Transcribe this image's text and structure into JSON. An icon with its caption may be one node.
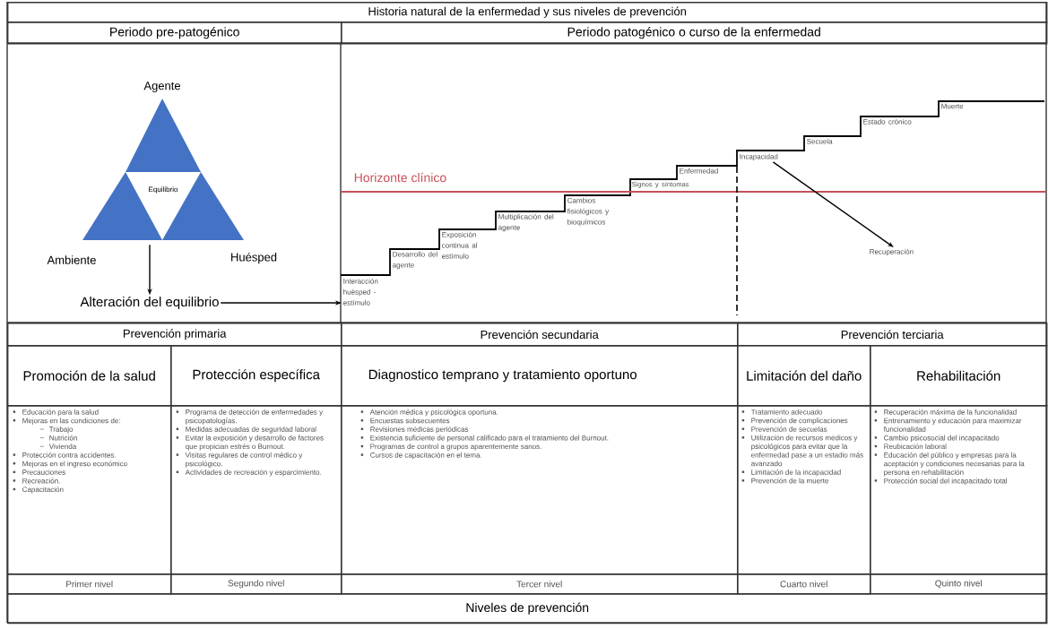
{
  "diagram": {
    "title": "Historia natural de la enfermedad y sus niveles de prevención",
    "nodes": [
      {
        "text": [
          "Periodo pre-patogénico"
        ]
      },
      {
        "text": [
          "Periodo patogénico o curso de la enfermedad"
        ]
      },
      {
        "text": [
          "Equilibrio"
        ]
      },
      {
        "text": [
          "Alteración del equilibrio"
        ]
      },
      {
        "text": [
          "Interacción huésped - estímulo"
        ]
      },
      {
        "text": [
          "Incapacidad"
        ]
      },
      {
        "text": [
          "Recuperación"
        ]
      },
      {
        "text": [
          "Prevención primaria"
        ]
      },
      {
        "text": [
          "Prevención secundaria"
        ]
      },
      {
        "text": [
          "Prevención terciaria"
        ]
      },
      {
        "text": [
          "Promoción de la salud"
        ]
      },
      {
        "text": [
          "Protección específica"
        ]
      },
      {
        "text": [
          "Diagnostico temprano y tratamiento oportuno"
        ]
      },
      {
        "text": [
          "Limitación del daño"
        ]
      },
      {
        "text": [
          "Rehabilitación"
        ]
      },
      {
        "text": [
          "Educación para la salud",
          "Mejoras en las condiciones de:",
          "Trabajo",
          "Nutrición",
          "Vivienda",
          "Protección contra accidentes.",
          "Mejoras en el ingreso económico",
          "Precauciones",
          "Recreación.",
          "Capacitación"
        ]
      },
      {
        "text": [
          "Programa de detección de enfermedades y psicopatologías.",
          "Medidas adecuadas de seguridad laboral",
          "Evitar la exposición y desarrollo de factores que propician estrés o Burnout.",
          "Visitas regulares de control médico y psicológico.",
          "Actividades de recreación y esparcimiento."
        ]
      },
      {
        "text": [
          "Atención médica y psicológica oportuna.",
          "Encuestas subsecuentes",
          "Revisiones médicas periódicas",
          "Existencia suficiente de personal calificado para el tratamiento del Burnout.",
          "Programas de control a grupos aparentemente sanos.",
          "Cursos de capacitación en el tema."
        ]
      },
      {
        "text": [
          "Tratamiento adecuado",
          "Prevención de complicaciones",
          "Prevención de secuelas",
          "Utilización de recursos médicos y psicológicos para evitar que la enfermedad pase a un estadio más avanzado",
          "Limitación de la incapacidad",
          "Prevención de la muerte"
        ]
      },
      {
        "text": [
          "Recuperación máxima de la funcionalidad",
          "Entrenamiento y educación para maximizar funcionalidad",
          "Cambio psicosocial del incapacitado",
          "Reubicación laboral",
          "Educación del público y empresas para la aceptación y condiciones necesarias para la persona en rehabilitación",
          "Protección social del incapacitado total"
        ]
      },
      {
        "text": [
          "Primer nivel"
        ]
      },
      {
        "text": [
          "Segundo nivel"
        ]
      },
      {
        "text": [
          "Tercer nivel"
        ]
      },
      {
        "text": [
          "Cuarto nivel"
        ]
      },
      {
        "text": [
          "Quinto nivel"
        ]
      },
      {
        "text": [
          "Niveles de prevención"
        ]
      }
    ],
    "edges": [
      {
        "from": 2,
        "to": 3,
        "arrow": "to"
      },
      {
        "from": 3,
        "to": 4,
        "arrow": "to"
      },
      {
        "from": 5,
        "to": 6,
        "arrow": "to"
      }
    ],
    "labels": [
      "Agente",
      "Ambiente",
      "Huésped",
      "Horizonte clínico",
      "Desarrollo del agente",
      "Exposición continua al estímulo",
      "Multiplicación del agente",
      "Cambios fisiológicos y bioquímicos",
      "Signos y síntomas",
      "Enfermedad",
      "Secuela",
      "Estado crónico",
      "Muerte"
    ]
  }
}
